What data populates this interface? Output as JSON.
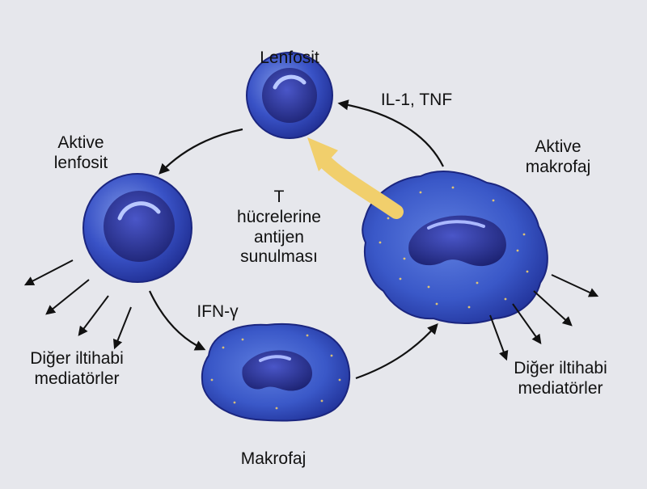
{
  "nodes": {
    "lymphocyte": "Lenfosit",
    "active_lymphocyte": [
      "Aktive",
      "lenfosit"
    ],
    "macrophage": "Makrofaj",
    "active_macrophage": [
      "Aktive",
      "makrofaj"
    ]
  },
  "edges": {
    "cytokines": "IL-1, TNF",
    "ifn": "IFN-γ",
    "antigen_presentation": [
      "T",
      "hücrelerine",
      "antijen",
      "sunulması"
    ]
  },
  "outputs": {
    "left": [
      "Diğer iltihabi",
      "mediatörler"
    ],
    "right": [
      "Diğer iltihabi",
      "mediatörler"
    ]
  },
  "colors": {
    "background": "#e6e7ec",
    "cell_blue": "#2b3fb0",
    "nucleus": "#2a2f95",
    "highlight_arrow": "#f1cf6c",
    "arrow": "#111111"
  }
}
